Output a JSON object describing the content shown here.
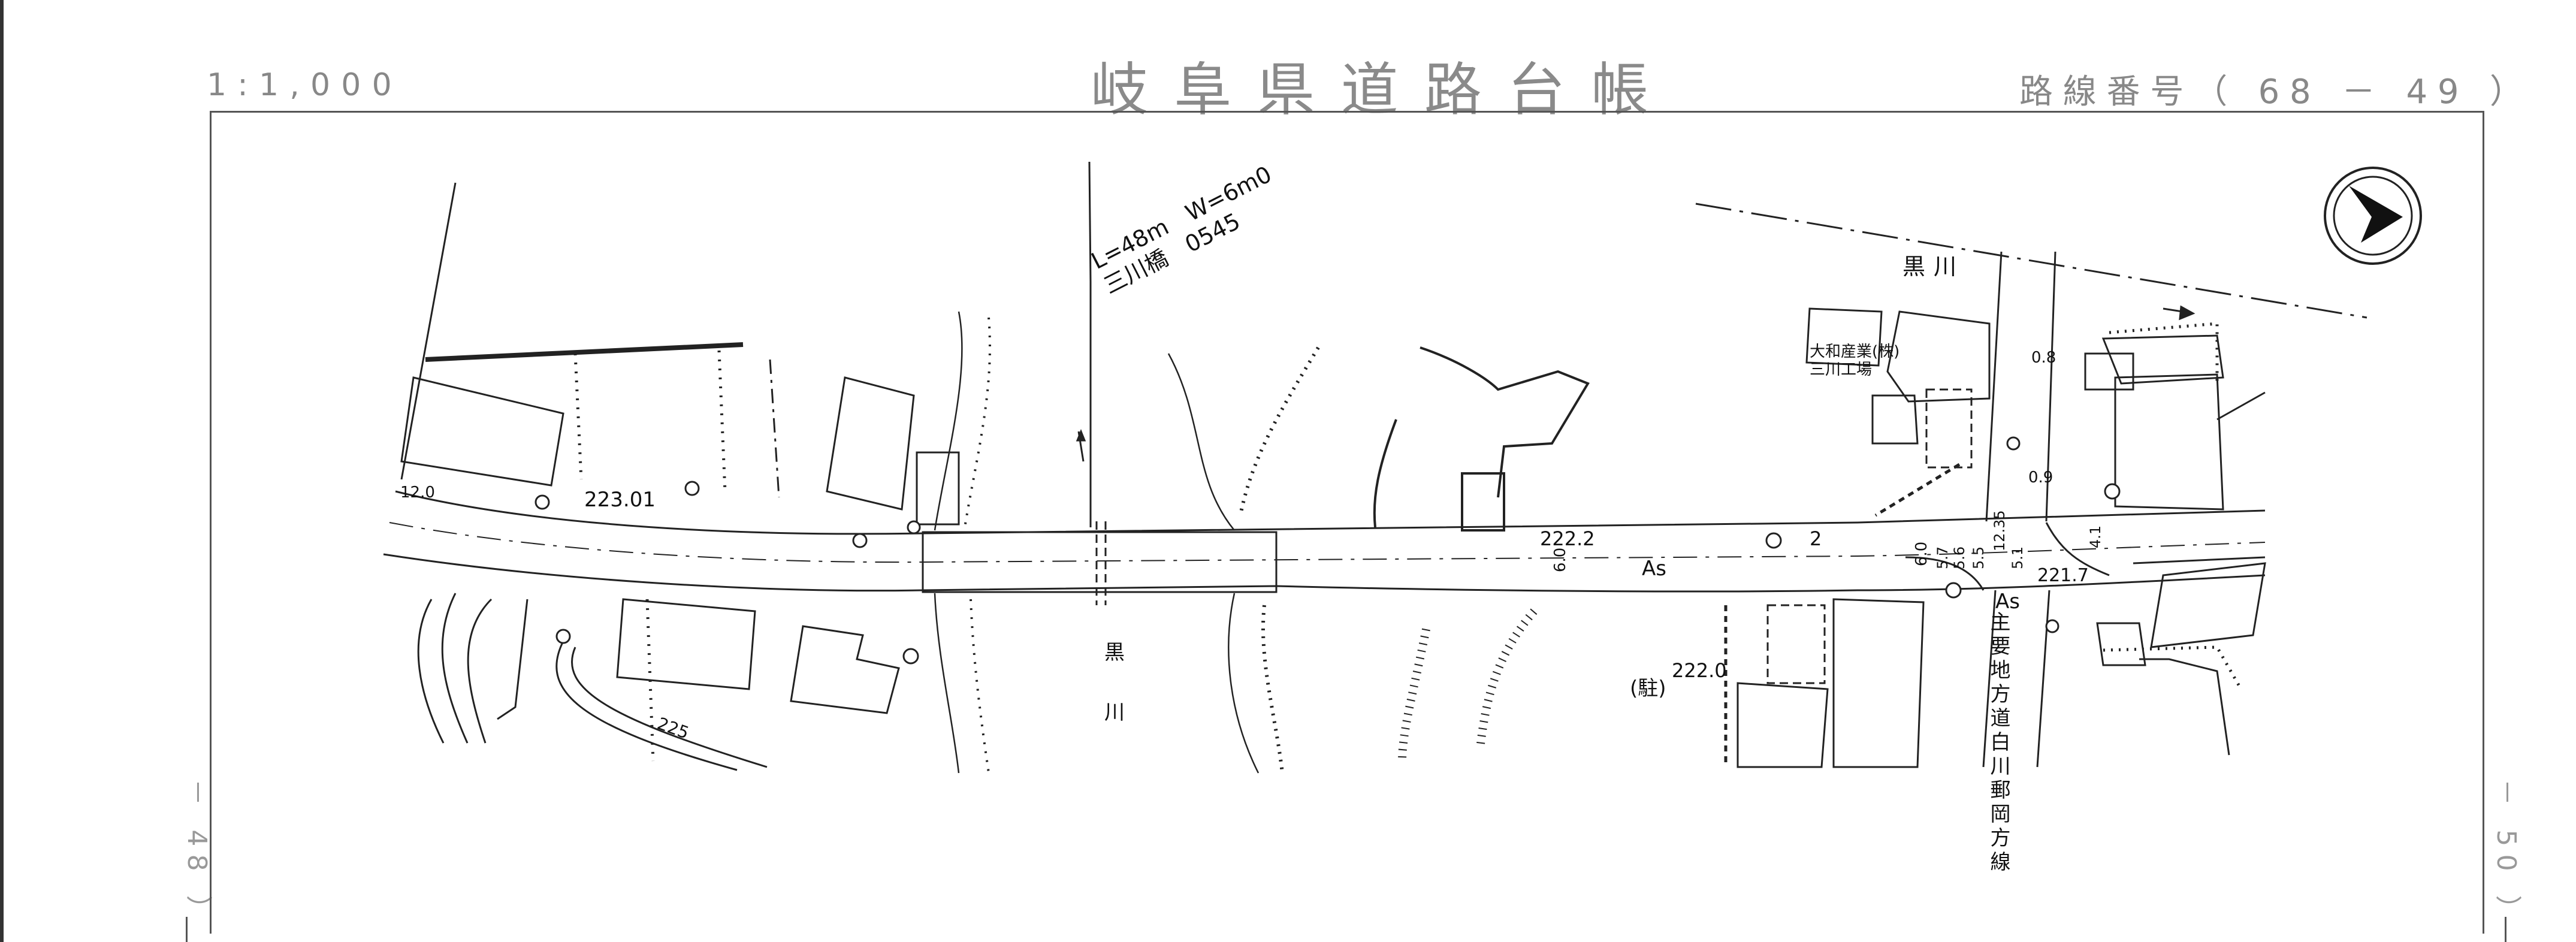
{
  "header": {
    "scale": "1:1,000",
    "title": "岐阜県道路台帳",
    "route_number": "路線番号（ 68 － 49 ）"
  },
  "sheet_links": {
    "left": "－ 48 ）",
    "right": "－ 50 ）"
  },
  "map_labels": {
    "bridge_spec": "L=48m　W=6m0",
    "bridge_name": "三川橋　0545",
    "river_name": "黒川",
    "river_vertical_1": "黒",
    "river_vertical_2": "川",
    "company": "大和産業(株)",
    "factory": "三川工場",
    "parking": "(駐)",
    "road_side": "主要地方道白川郵岡方線",
    "elev_1": "223.01",
    "elev_2": "222.2",
    "elev_3": "222.0",
    "elev_4": "221.7",
    "contour": "225",
    "width_1": "12.0",
    "surface_1": "As",
    "surface_2": "As",
    "lane": "2",
    "dim_a": "6.0",
    "dim_b": "6.0",
    "dim_c": "5.7",
    "dim_d": "5.6",
    "dim_e": "5.5",
    "dim_f": "12.35",
    "dim_g": "5.1",
    "dim_h": "4.1",
    "dim_i": "0.9",
    "dim_j": "0.8"
  }
}
